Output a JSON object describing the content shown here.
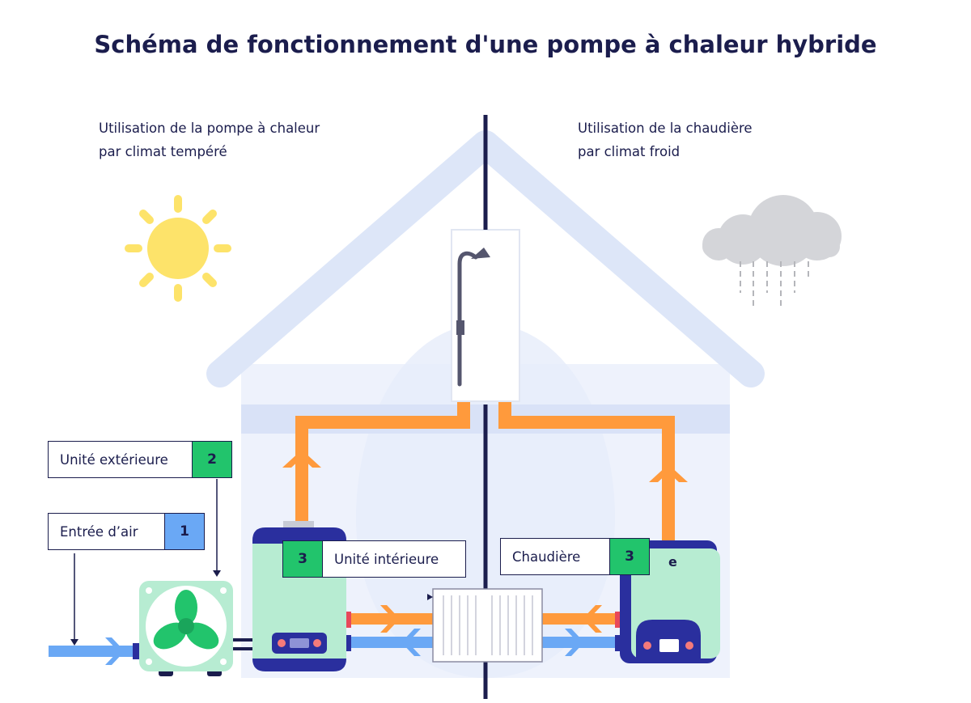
{
  "title": "Schéma de fonctionnement d'une pompe à chaleur hybride",
  "left_caption": {
    "line1": "Utilisation de la pompe à chaleur",
    "line2": "par climat tempéré"
  },
  "right_caption": {
    "line1": "Utilisation de la chaudière",
    "line2": "par climat froid"
  },
  "labels": {
    "outdoor_unit": {
      "text": "Unité extérieure",
      "number": "2"
    },
    "air_inlet": {
      "text": "Entrée d’air",
      "number": "1"
    },
    "indoor_unit": {
      "text": "Unité intérieure",
      "number": "3"
    },
    "boiler": {
      "text": "Chaudière",
      "number": "3"
    }
  },
  "colors": {
    "hot_pipe": "#ff9a3c",
    "cold_pipe": "#6aa8f5",
    "unit_green": "#b7ecd2",
    "navy": "#2a2f9e",
    "badge_green": "#22c46c",
    "badge_blue": "#6aa8f5",
    "sun": "#fde36a",
    "cloud": "#d4d5d9",
    "house": "#dde6f8"
  },
  "icons": [
    "sun-icon",
    "cloud-rain-icon",
    "shower-icon",
    "fan-icon",
    "radiator-icon",
    "boiler-logo-icon"
  ]
}
